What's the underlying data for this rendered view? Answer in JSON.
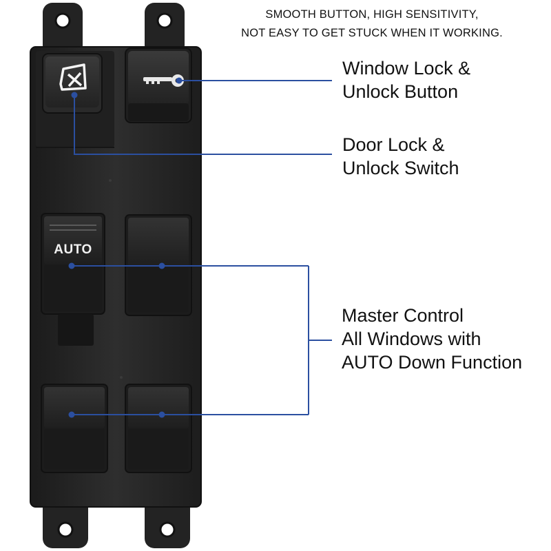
{
  "headline": {
    "line1": "SMOOTH BUTTON, HIGH SENSITIVITY,",
    "line2": "NOT EASY TO GET STUCK WHEN IT WORKING."
  },
  "callouts": {
    "window_lock": {
      "line1": "Window Lock &",
      "line2": "Unlock Button"
    },
    "door_lock": {
      "line1": "Door Lock &",
      "line2": "Unlock Switch"
    },
    "master": {
      "line1": "Master Control",
      "line2": "All Windows with",
      "line3": "AUTO Down Function"
    }
  },
  "switch_labels": {
    "auto": "AUTO"
  },
  "icons": {
    "window_lock": "window-cross-icon",
    "door_lock": "key-icon"
  },
  "colors": {
    "leader_line": "#2b4fa0",
    "housing": "#2a2a2a",
    "text": "#111111"
  }
}
